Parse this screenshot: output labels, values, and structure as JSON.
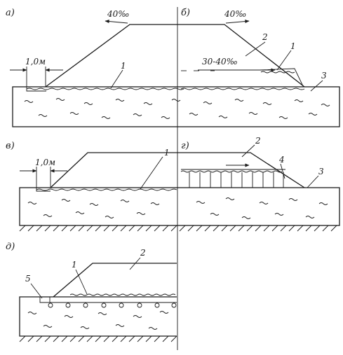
{
  "panel_labels": {
    "a": "а)",
    "b": "б)",
    "v": "в)",
    "g": "г)",
    "d": "д)"
  },
  "slopes": {
    "left_top": "40‰",
    "right_top": "40‰",
    "side": "30-40‰"
  },
  "dims": {
    "offset_a": "1,0м",
    "offset_v": "1,0м"
  },
  "callouts": {
    "n1": "1",
    "n2": "2",
    "n3": "3",
    "n4": "4",
    "n5": "5"
  },
  "colors": {
    "ink": "#1a1a1a",
    "paper": "#ffffff"
  }
}
